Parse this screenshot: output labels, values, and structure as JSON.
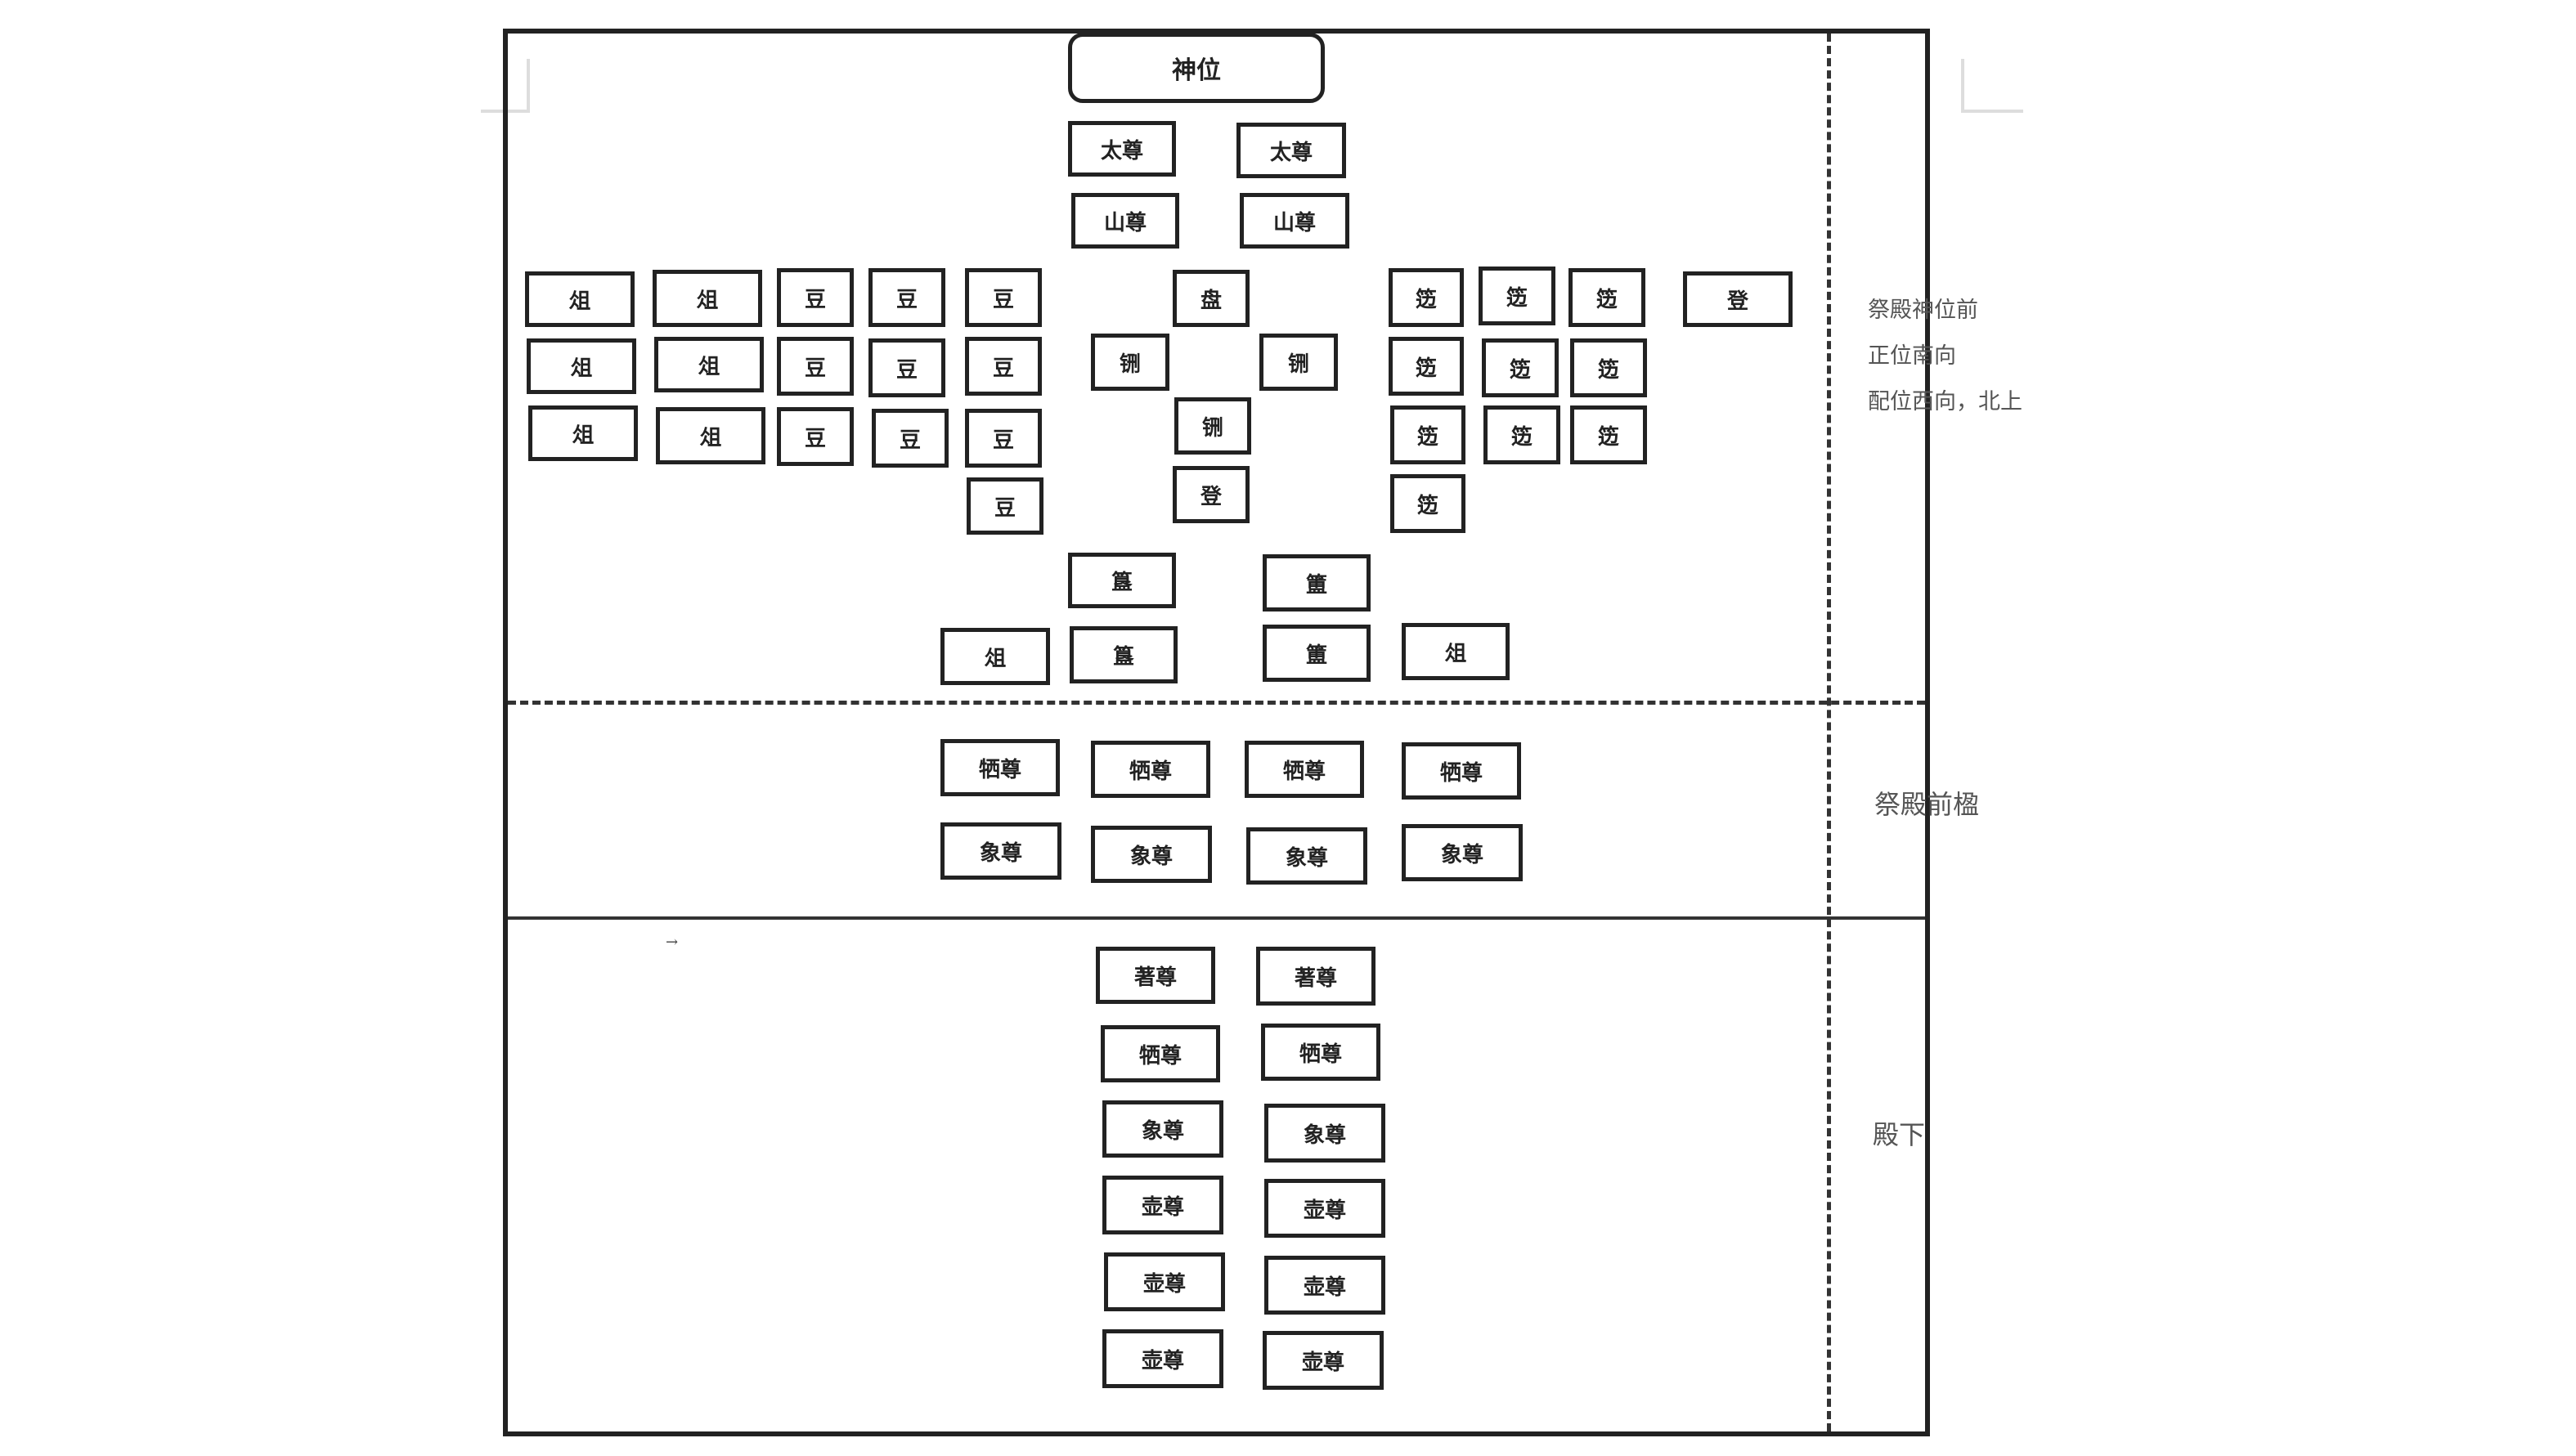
{
  "diagram": {
    "title": "祭殿陈设图",
    "shrine": "神位",
    "top_row_1": [
      "太尊",
      "太尊"
    ],
    "top_row_2": [
      "山尊",
      "山尊"
    ],
    "left_zu": [
      "俎",
      "俎",
      "俎",
      "俎",
      "俎",
      "俎"
    ],
    "left_dou": [
      "豆",
      "豆",
      "豆",
      "豆",
      "豆",
      "豆",
      "豆",
      "豆",
      "豆",
      "豆"
    ],
    "center": {
      "pan": "盘",
      "xing": [
        "铏",
        "铏",
        "铏"
      ],
      "deng": "登"
    },
    "right_bian": [
      "笾",
      "笾",
      "笾",
      "笾",
      "笾",
      "笾",
      "笾",
      "笾",
      "笾",
      "笾"
    ],
    "right_deng": "登",
    "lower": {
      "gui": [
        "簋",
        "簋"
      ],
      "fu": [
        "簠",
        "簠"
      ],
      "zu": [
        "俎",
        "俎"
      ]
    },
    "front_hall": {
      "xi_zun": [
        "牺尊",
        "牺尊",
        "牺尊",
        "牺尊"
      ],
      "xiang_zun": [
        "象尊",
        "象尊",
        "象尊",
        "象尊"
      ]
    },
    "below_hall": {
      "zhu_zun": [
        "著尊",
        "著尊"
      ],
      "xi_zun": [
        "牺尊",
        "牺尊"
      ],
      "xiang_zun": [
        "象尊",
        "象尊"
      ],
      "hu_zun": [
        "壶尊",
        "壶尊",
        "壶尊",
        "壶尊",
        "壶尊",
        "壶尊"
      ]
    },
    "side_labels": {
      "section1_line1": "祭殿神位前",
      "section1_line2": "正位南向",
      "section1_line3": "配位西向，北上",
      "section2": "祭殿前楹",
      "section3": "殿下"
    },
    "paragraph_mark": "→"
  }
}
